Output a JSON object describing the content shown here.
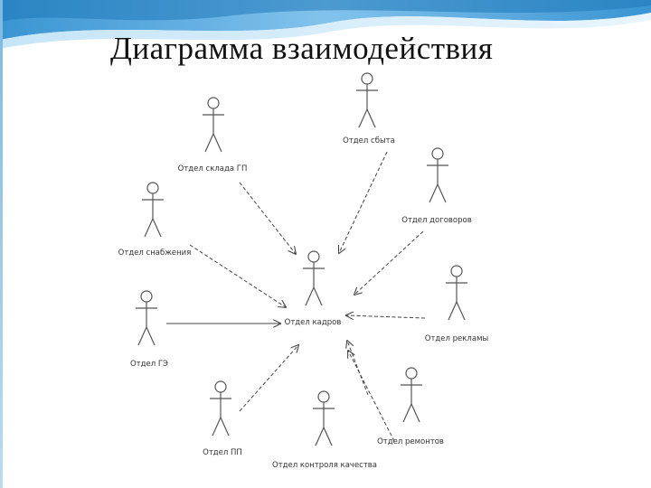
{
  "title": "Диаграмма взаимодействия",
  "colors": {
    "header_wave_dark": "#2f8fd0",
    "header_wave_light": "#9fd0f0",
    "line": "#444444"
  },
  "diagram": {
    "center": {
      "id": "kadry",
      "label": "Отдел кадров"
    },
    "actors": [
      {
        "id": "sklad",
        "label": "Отдел склада ГП"
      },
      {
        "id": "sbyt",
        "label": "Отдел сбыта"
      },
      {
        "id": "dogovor",
        "label": "Отдел договоров"
      },
      {
        "id": "snab",
        "label": "Отдел снабжения"
      },
      {
        "id": "reklama",
        "label": "Отдел рекламы"
      },
      {
        "id": "ge",
        "label": "Отдел ГЭ"
      },
      {
        "id": "pp",
        "label": "Отдел ПП"
      },
      {
        "id": "kontrol",
        "label": "Отдел контроля качества"
      },
      {
        "id": "remont",
        "label": "Отдел ремонтов"
      }
    ],
    "links": [
      {
        "from": "sklad",
        "to": "kadry",
        "style": "dashed"
      },
      {
        "from": "sbyt",
        "to": "kadry",
        "style": "dashed"
      },
      {
        "from": "dogovor",
        "to": "kadry",
        "style": "dashed"
      },
      {
        "from": "snab",
        "to": "kadry",
        "style": "dashed"
      },
      {
        "from": "reklama",
        "to": "kadry",
        "style": "dashed"
      },
      {
        "from": "ge",
        "to": "kadry",
        "style": "solid"
      },
      {
        "from": "pp",
        "to": "kadry",
        "style": "dashed"
      },
      {
        "from": "kontrol",
        "to": "kadry",
        "style": "dashed"
      },
      {
        "from": "remont",
        "to": "kadry",
        "style": "dashed"
      }
    ]
  }
}
